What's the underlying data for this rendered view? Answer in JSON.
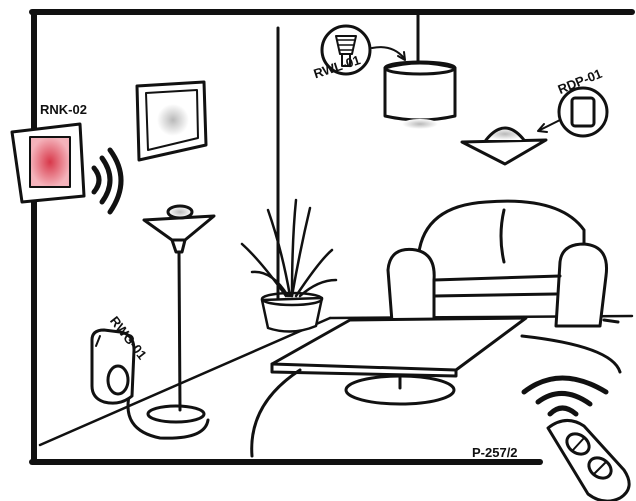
{
  "devices": [
    {
      "id": "rnk",
      "label": "RNK-02",
      "kind": "wall-switch-transmitter",
      "color": "#d8384a"
    },
    {
      "id": "rwl",
      "label": "RWL-01",
      "kind": "bulb-socket-receiver"
    },
    {
      "id": "rdp",
      "label": "RDP-01",
      "kind": "flush-receiver"
    },
    {
      "id": "rwg",
      "label": "RWG-01",
      "kind": "plug-in-receiver"
    },
    {
      "id": "remote",
      "label": "P-257/2",
      "kind": "remote-control"
    }
  ],
  "colors": {
    "line": "#111111",
    "switch_glow": "#d8384a"
  }
}
